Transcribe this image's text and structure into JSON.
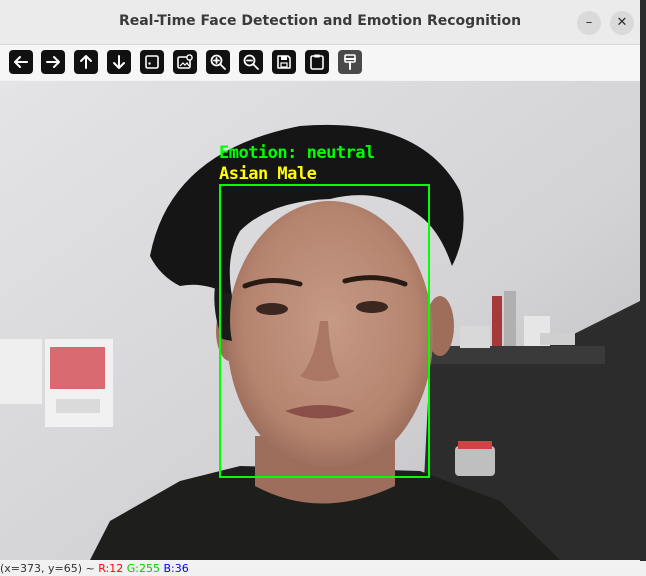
{
  "window": {
    "title": "Real-Time Face Detection and Emotion Recognition",
    "minimize_glyph": "–",
    "close_glyph": "✕"
  },
  "toolbar": {
    "buttons": [
      {
        "name": "pan-left",
        "icon": "arrow-left-icon"
      },
      {
        "name": "pan-right",
        "icon": "arrow-right-icon"
      },
      {
        "name": "pan-up",
        "icon": "arrow-up-icon"
      },
      {
        "name": "pan-down",
        "icon": "arrow-down-icon"
      },
      {
        "name": "zoom-to-fit",
        "icon": "image-fit-icon"
      },
      {
        "name": "zoom-original",
        "icon": "image-zoom-icon"
      },
      {
        "name": "zoom-in",
        "icon": "zoom-in-icon"
      },
      {
        "name": "zoom-out",
        "icon": "zoom-out-icon"
      },
      {
        "name": "save-image",
        "icon": "save-icon"
      },
      {
        "name": "copy-clipboard",
        "icon": "clipboard-icon"
      },
      {
        "name": "properties",
        "icon": "brush-icon"
      }
    ]
  },
  "detection": {
    "emotion_label": "Emotion: neutral",
    "identity_label": "Asian Male",
    "emotion_color": "#00ff00",
    "identity_color": "#ffff00",
    "box_color": "#00ff00"
  },
  "status": {
    "coords": "(x=373, y=65) ~",
    "r": "R:12",
    "g": "G:255",
    "b": "B:36",
    "r_color": "#ff0000",
    "g_color": "#00cc00",
    "b_color": "#0000ff"
  }
}
